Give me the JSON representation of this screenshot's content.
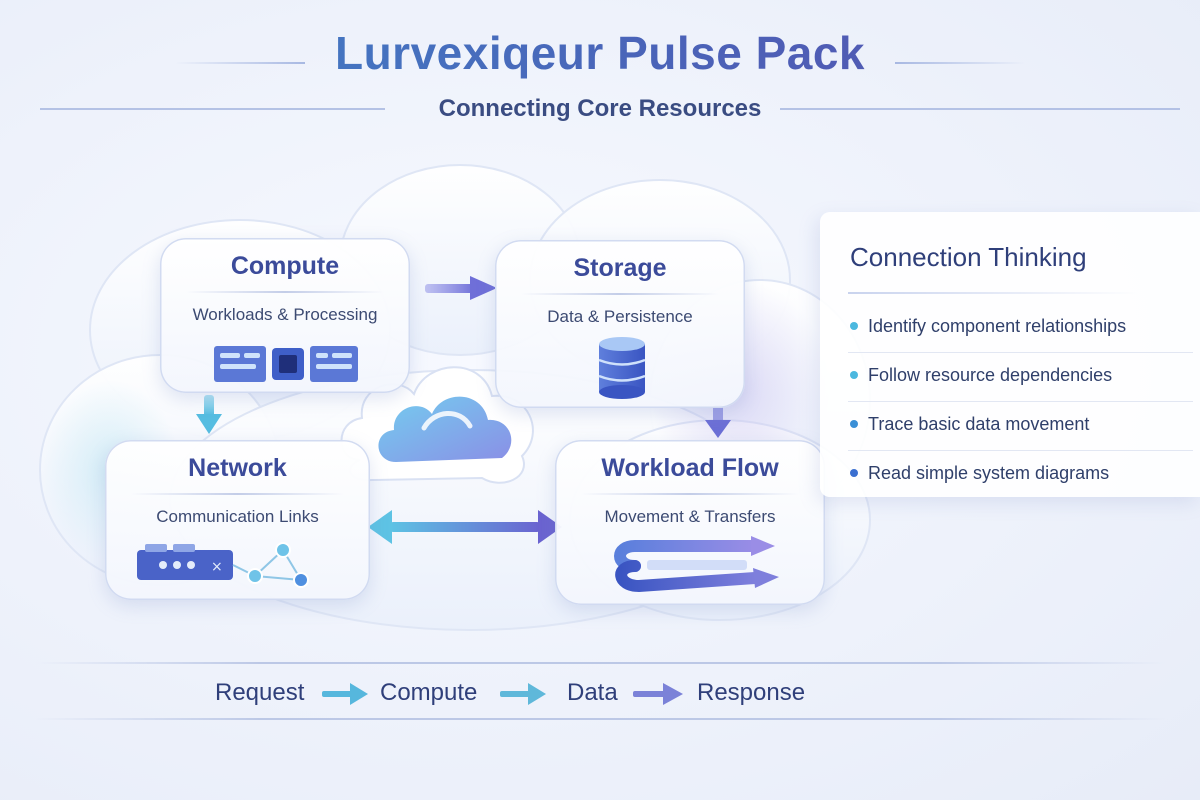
{
  "header": {
    "title": "Lurvexiqeur Pulse Pack",
    "subtitle": "Connecting Core Resources"
  },
  "cards": {
    "compute": {
      "title": "Compute",
      "subtitle": "Workloads & Processing",
      "icon": "server-icon"
    },
    "storage": {
      "title": "Storage",
      "subtitle": "Data & Persistence",
      "icon": "database-icon"
    },
    "network": {
      "title": "Network",
      "subtitle": "Communication Links",
      "icon": "network-icon"
    },
    "workload": {
      "title": "Workload Flow",
      "subtitle": "Movement & Transfers",
      "icon": "transfer-icon"
    }
  },
  "center_icon": "cloud-icon",
  "sidebar": {
    "title": "Connection Thinking",
    "items": [
      {
        "label": "Identify component relationships",
        "dot_color": "#4bb8df"
      },
      {
        "label": "Follow resource dependencies",
        "dot_color": "#4bb8df"
      },
      {
        "label": "Trace basic data movement",
        "dot_color": "#3a8fd6"
      },
      {
        "label": "Read simple system diagrams",
        "dot_color": "#3a6fd0"
      }
    ]
  },
  "flow": {
    "steps": [
      "Request",
      "Compute",
      "Data",
      "Response"
    ],
    "arrow_colors": [
      "#56b7dd",
      "#5fb8da",
      "#7b82d8"
    ]
  },
  "colors": {
    "title_gradient": [
      "#3f86c9",
      "#5a4fae"
    ],
    "accent_cyan": "#56c2e3",
    "accent_purple": "#6e6fd8"
  }
}
